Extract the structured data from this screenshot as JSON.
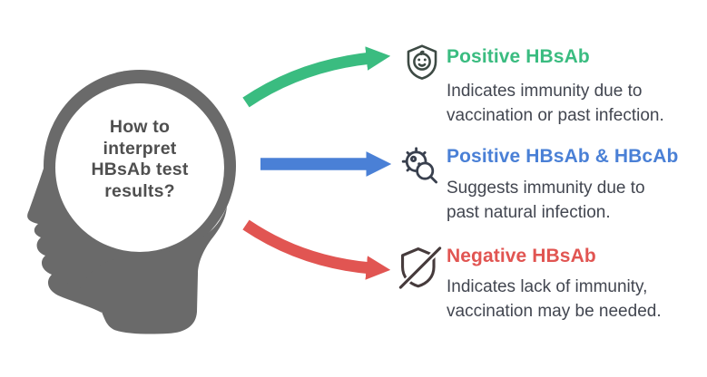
{
  "title_question": {
    "lines": [
      "How to",
      "interpret",
      "HBsAb test",
      "results?"
    ]
  },
  "colors": {
    "background": "#ffffff",
    "head_fill": "#6a6a6a",
    "question_text": "#4f4f4f",
    "body_text": "#424650"
  },
  "items": [
    {
      "title": "Positive HBsAb",
      "description_lines": [
        "Indicates immunity due to",
        "vaccination or past infection."
      ],
      "color": "#3abc80",
      "icon": "shield-smile-icon",
      "icon_color": "#3d4a44",
      "arrow": "curved-up-arrow"
    },
    {
      "title": "Positive HBsAb & HBcAb",
      "description_lines": [
        "Suggests immunity due to",
        "past natural infection."
      ],
      "color": "#4a80d6",
      "icon": "virus-search-icon",
      "icon_color": "#39404e",
      "arrow": "straight-arrow"
    },
    {
      "title": "Negative HBsAb",
      "description_lines": [
        "Indicates lack of immunity,",
        "vaccination may be needed."
      ],
      "color": "#e15552",
      "icon": "shield-off-icon",
      "icon_color": "#463b3c",
      "arrow": "curved-down-arrow"
    }
  ]
}
